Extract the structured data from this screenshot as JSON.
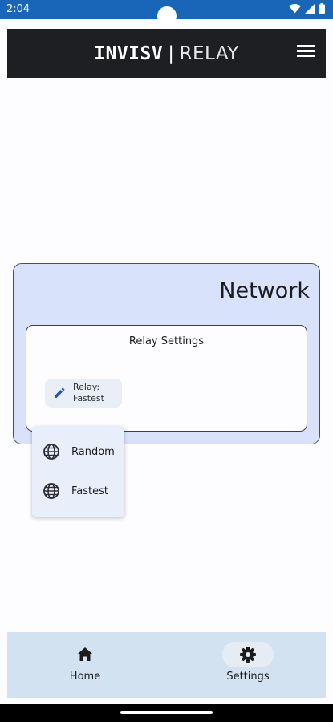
{
  "status_bar": {
    "time": "2:04",
    "background_color": "#1966b8",
    "icons": [
      "wifi-icon",
      "signal-icon",
      "battery-icon"
    ]
  },
  "app_bar": {
    "brand_name": "INVISV",
    "separator": "|",
    "product_name": "RELAY",
    "menu_icon": "hamburger-menu-icon",
    "background_color": "#1e1f22"
  },
  "network_card": {
    "title": "Network",
    "background_color": "#d8e2fa"
  },
  "relay_settings": {
    "title": "Relay Settings",
    "chip_line1": "Relay:",
    "chip_line2": "Fastest",
    "chip_icon": "pencil-icon"
  },
  "relay_dropdown": {
    "items": [
      {
        "label": "Random",
        "icon": "globe-icon"
      },
      {
        "label": "Fastest",
        "icon": "globe-icon"
      }
    ]
  },
  "bottom_nav": {
    "items": [
      {
        "label": "Home",
        "icon": "home-icon",
        "active": false
      },
      {
        "label": "Settings",
        "icon": "gear-icon",
        "active": true
      }
    ],
    "background_color": "#d3e2f1"
  }
}
